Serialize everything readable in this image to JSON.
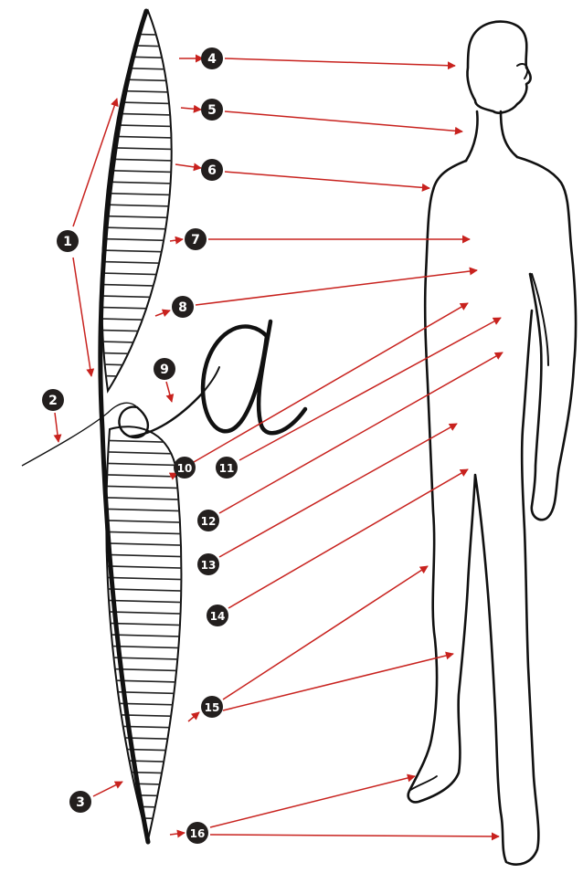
{
  "diagram": {
    "colors": {
      "ink": "#111111",
      "arrow": "#c8221e",
      "badge_fill": "#231f1e",
      "badge_text": "#ffffff",
      "background": "#ffffff"
    },
    "parts": {
      "letter_shape": "stroke-with-ellipse-and-letter-a",
      "figure": "standing-human-outline"
    },
    "callouts": [
      {
        "label": "1"
      },
      {
        "label": "2"
      },
      {
        "label": "3"
      },
      {
        "label": "4"
      },
      {
        "label": "5"
      },
      {
        "label": "6"
      },
      {
        "label": "7"
      },
      {
        "label": "8"
      },
      {
        "label": "9"
      },
      {
        "label": "10"
      },
      {
        "label": "11"
      },
      {
        "label": "12"
      },
      {
        "label": "13"
      },
      {
        "label": "14"
      },
      {
        "label": "15"
      },
      {
        "label": "16"
      }
    ]
  }
}
